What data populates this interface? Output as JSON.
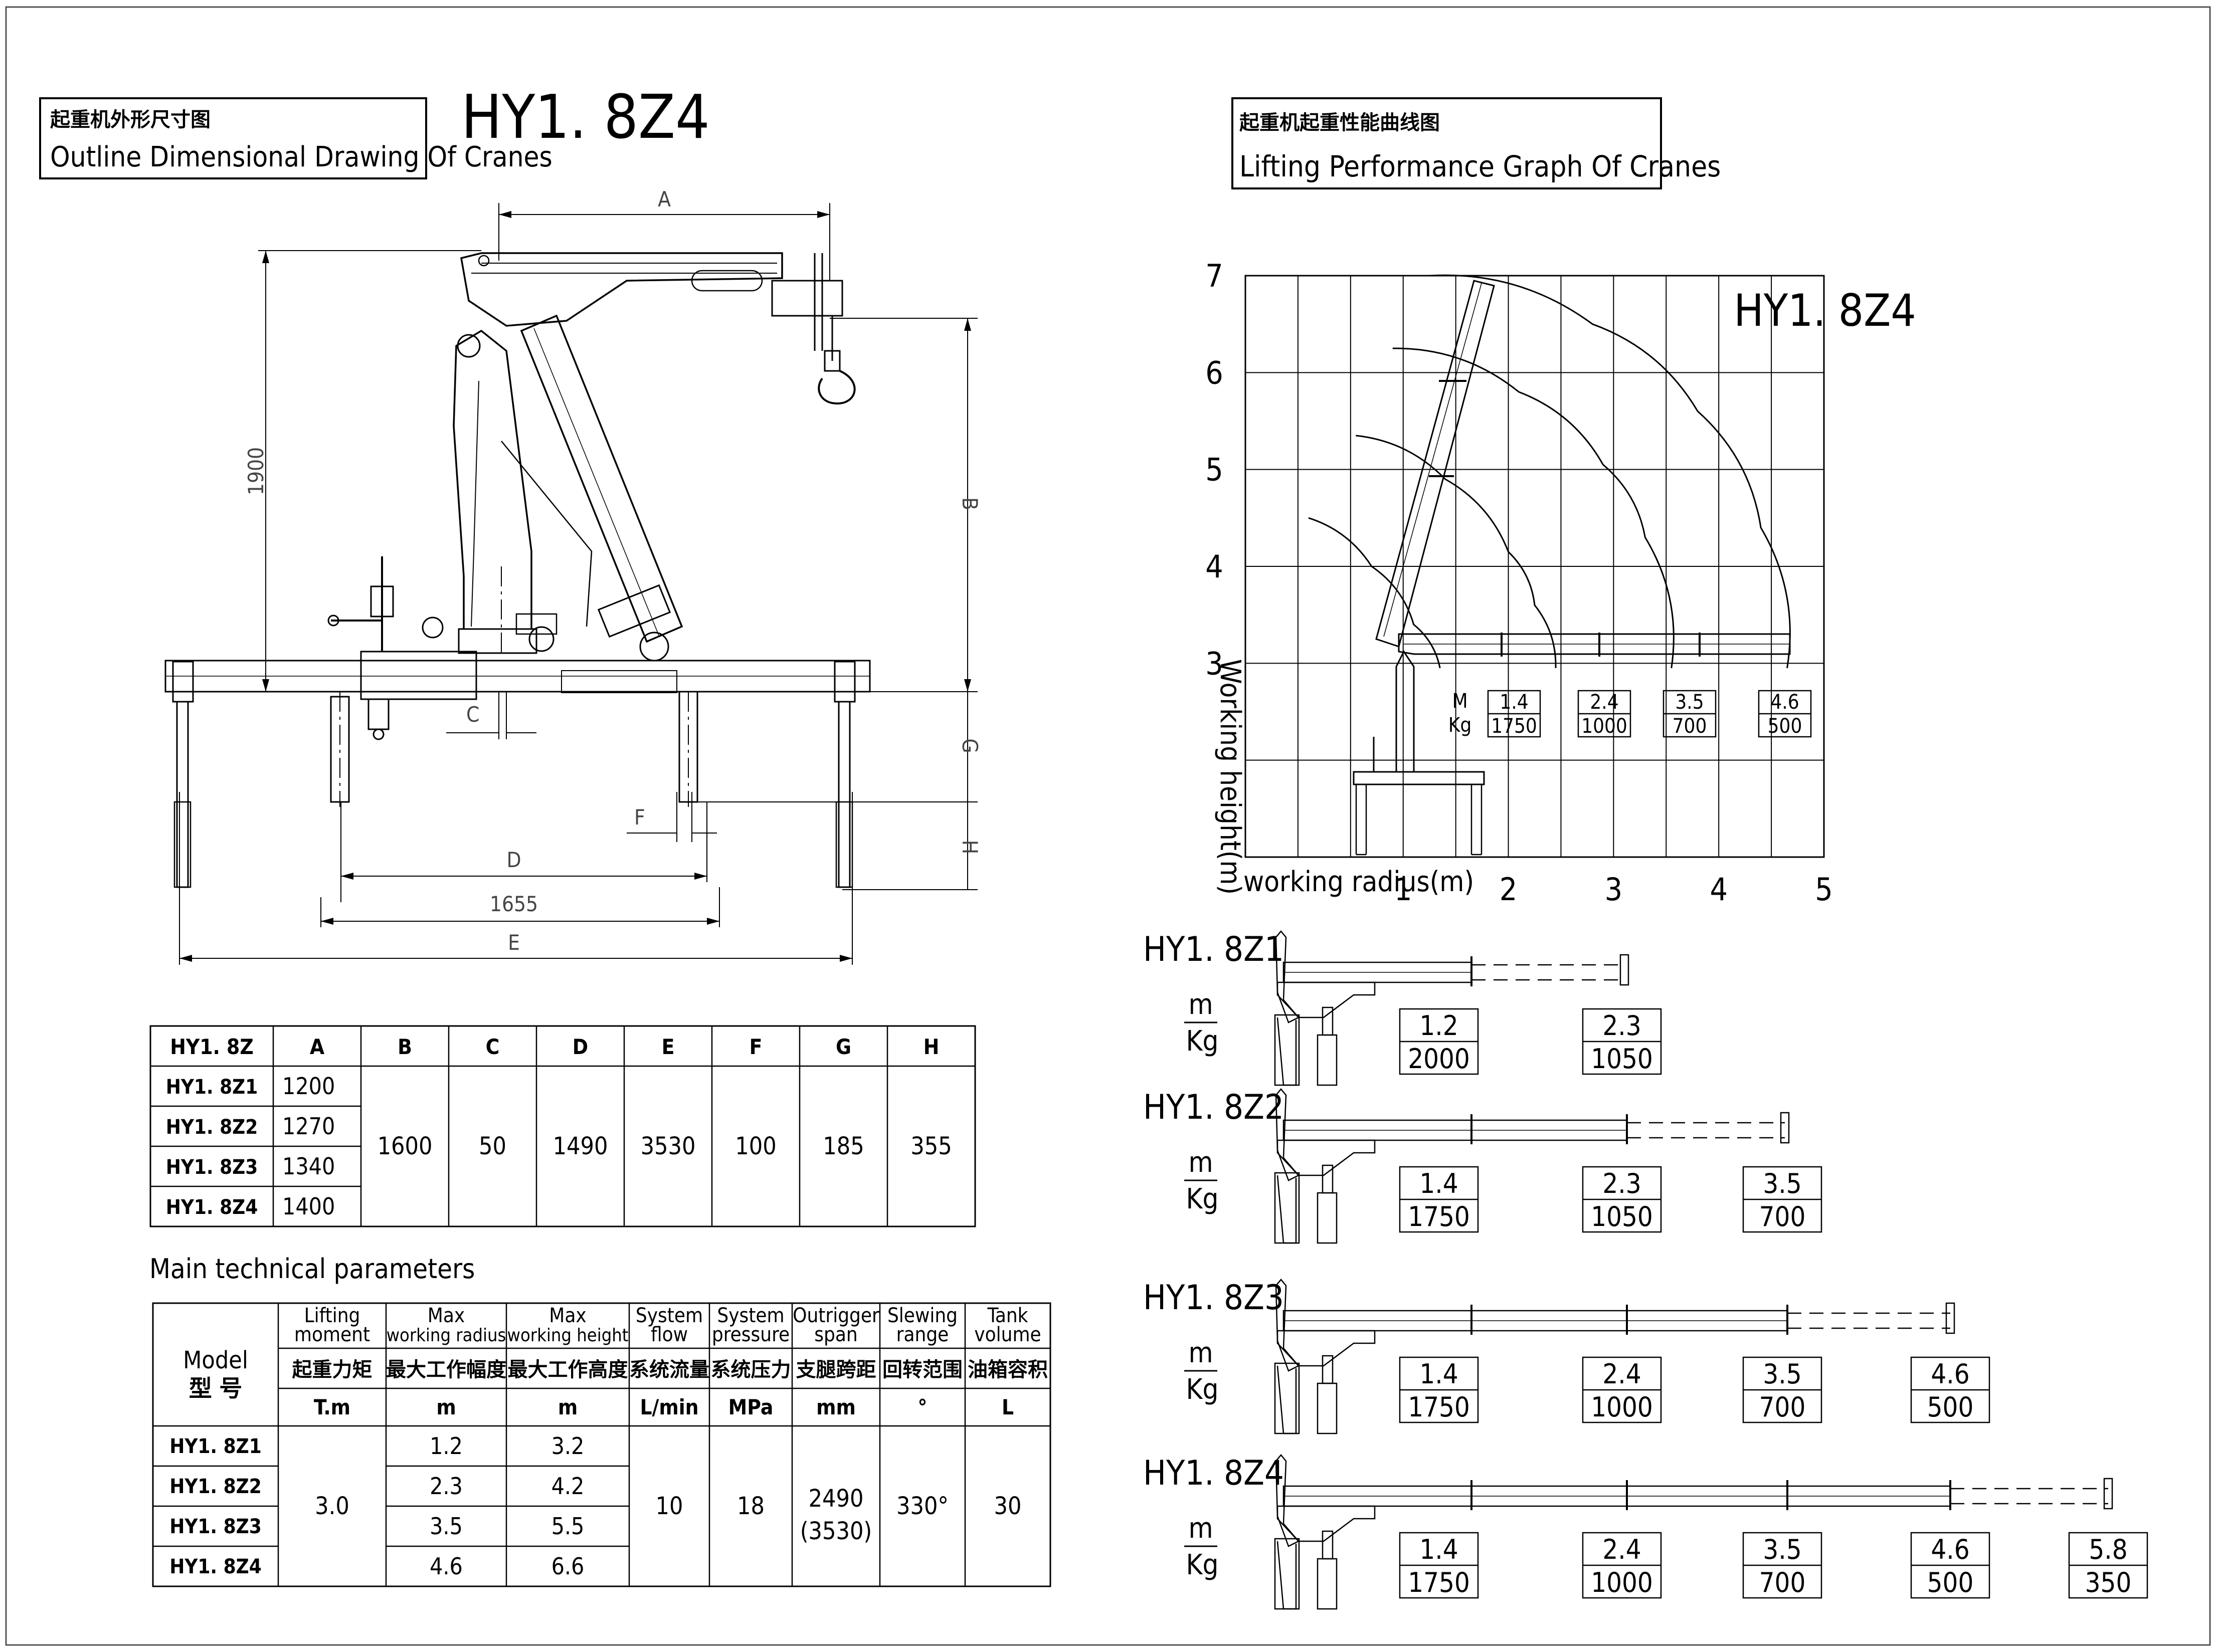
{
  "outline": {
    "title_cn": "起重机外形尺寸图",
    "title_en": "Outline Dimensional Drawing Of Cranes",
    "model": "HY1. 8Z4",
    "dims": {
      "A": "A",
      "B": "B",
      "C": "C",
      "D": "D",
      "E": "E",
      "F": "F",
      "G": "G",
      "H": "H",
      "h1900": "1900",
      "w1655": "1655"
    }
  },
  "perf": {
    "title_cn": "起重机起重性能曲线图",
    "title_en": "Lifting Performance Graph Of Cranes",
    "model": "HY1. 8Z4",
    "ylabel": "Working height(m)",
    "xlabel": "working radius(m)",
    "yticks": [
      "3",
      "4",
      "5",
      "6",
      "7"
    ],
    "xticks": [
      "1",
      "2",
      "3",
      "4",
      "5"
    ],
    "load_head": [
      "M",
      "Kg"
    ],
    "loads": [
      {
        "m": "1.4",
        "kg": "1750"
      },
      {
        "m": "2.4",
        "kg": "1000"
      },
      {
        "m": "3.5",
        "kg": "700"
      },
      {
        "m": "4.6",
        "kg": "500"
      }
    ]
  },
  "chart_data": {
    "type": "line",
    "title": "HY1. 8Z4",
    "xlabel": "working radius(m)",
    "ylabel": "Working height(m)",
    "xlim": [
      -0.5,
      5
    ],
    "ylim": [
      1,
      7
    ],
    "series": [
      {
        "name": "1.4 m / 1750 kg",
        "points": [
          [
            0.1,
            4.5
          ],
          [
            0.7,
            4.0
          ],
          [
            1.1,
            3.4
          ],
          [
            1.35,
            2.95
          ]
        ]
      },
      {
        "name": "2.4 m / 1000 kg",
        "points": [
          [
            0.55,
            5.35
          ],
          [
            1.4,
            4.9
          ],
          [
            2.0,
            4.15
          ],
          [
            2.25,
            3.6
          ],
          [
            2.45,
            2.95
          ]
        ]
      },
      {
        "name": "3.5 m / 700 kg",
        "points": [
          [
            0.9,
            6.25
          ],
          [
            2.1,
            5.8
          ],
          [
            2.9,
            5.05
          ],
          [
            3.3,
            4.3
          ],
          [
            3.55,
            2.95
          ]
        ]
      },
      {
        "name": "4.6 m / 500 kg",
        "points": [
          [
            1.25,
            7.0
          ],
          [
            2.8,
            6.5
          ],
          [
            3.8,
            5.6
          ],
          [
            4.4,
            4.4
          ],
          [
            4.65,
            2.95
          ]
        ]
      }
    ]
  },
  "variants": {
    "unit_m": "m",
    "unit_kg": "Kg",
    "items": [
      {
        "name": "HY1. 8Z1",
        "loads": [
          {
            "m": "1.2",
            "kg": "2000"
          },
          {
            "m": "2.3",
            "kg": "1050"
          }
        ]
      },
      {
        "name": "HY1. 8Z2",
        "loads": [
          {
            "m": "1.4",
            "kg": "1750"
          },
          {
            "m": "2.3",
            "kg": "1050"
          },
          {
            "m": "3.5",
            "kg": "700"
          }
        ]
      },
      {
        "name": "HY1. 8Z3",
        "loads": [
          {
            "m": "1.4",
            "kg": "1750"
          },
          {
            "m": "2.4",
            "kg": "1000"
          },
          {
            "m": "3.5",
            "kg": "700"
          },
          {
            "m": "4.6",
            "kg": "500"
          }
        ]
      },
      {
        "name": "HY1. 8Z4",
        "loads": [
          {
            "m": "1.4",
            "kg": "1750"
          },
          {
            "m": "2.4",
            "kg": "1000"
          },
          {
            "m": "3.5",
            "kg": "700"
          },
          {
            "m": "4.6",
            "kg": "500"
          },
          {
            "m": "5.8",
            "kg": "350"
          }
        ]
      }
    ]
  },
  "dim_table": {
    "headers": [
      "HY1. 8Z",
      "A",
      "B",
      "C",
      "D",
      "E",
      "F",
      "G",
      "H"
    ],
    "models": [
      "HY1. 8Z1",
      "HY1. 8Z2",
      "HY1. 8Z3",
      "HY1. 8Z4"
    ],
    "A": [
      "1200",
      "1270",
      "1340",
      "1400"
    ],
    "shared": [
      "1600",
      "50",
      "1490",
      "3530",
      "100",
      "185",
      "355"
    ]
  },
  "params": {
    "title": "Main technical parameters",
    "col_en": [
      "Lifting moment",
      "Max working radius",
      "Max working height",
      "System flow",
      "System pressure",
      "Outrigger span",
      "Slewing range",
      "Tank volume"
    ],
    "col_en_lines": [
      [
        "Lifting",
        "moment"
      ],
      [
        "Max",
        "working radius"
      ],
      [
        "Max",
        "working height"
      ],
      [
        "System",
        "flow"
      ],
      [
        "System",
        "pressure"
      ],
      [
        "Outrigger",
        "span"
      ],
      [
        "Slewing",
        "range"
      ],
      [
        "Tank",
        "volume"
      ]
    ],
    "col_cn": [
      "起重力矩",
      "最大工作幅度",
      "最大工作高度",
      "系统流量",
      "系统压力",
      "支腿跨距",
      "回转范围",
      "油箱容积"
    ],
    "units": [
      "T.m",
      "m",
      "m",
      "L/min",
      "MPa",
      "mm",
      "°",
      "L"
    ],
    "model_en": "Model",
    "model_cn": "型 号",
    "models": [
      "HY1. 8Z1",
      "HY1. 8Z2",
      "HY1. 8Z3",
      "HY1. 8Z4"
    ],
    "moment": "3.0",
    "radius": [
      "1.2",
      "2.3",
      "3.5",
      "4.6"
    ],
    "height": [
      "3.2",
      "4.2",
      "5.5",
      "6.6"
    ],
    "flow": "10",
    "pressure": "18",
    "span_lines": [
      "2490",
      "(3530)"
    ],
    "slewing": "330°",
    "tank": "30"
  }
}
